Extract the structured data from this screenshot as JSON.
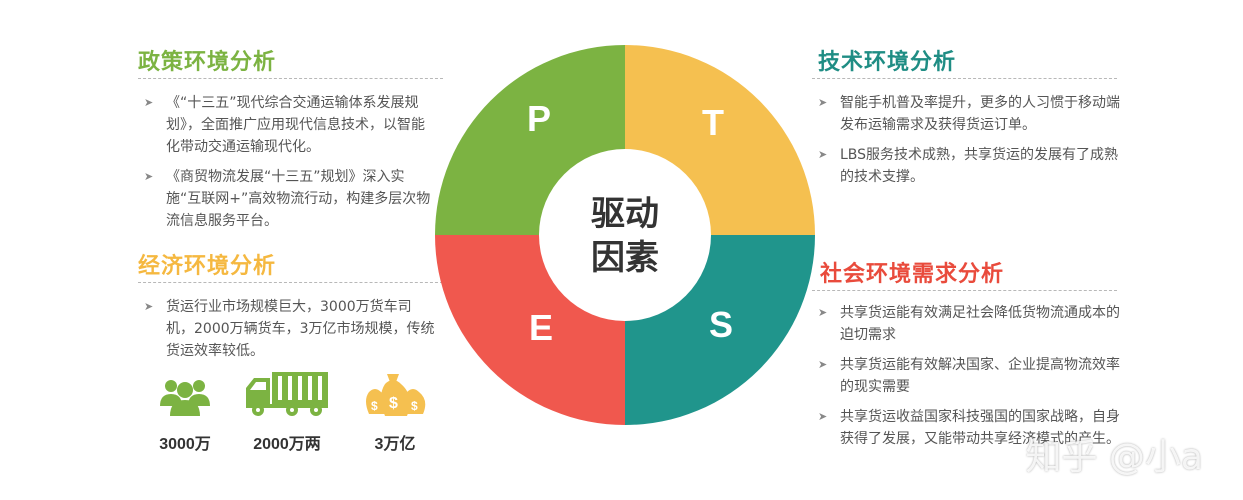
{
  "colors": {
    "green": "#7cb342",
    "yellow": "#f5c050",
    "red": "#f0584e",
    "teal": "#20958c",
    "orange_title": "#f5b840",
    "red_title": "#e94b3c",
    "teal_title": "#1f8d84"
  },
  "policy": {
    "title": "政策环境分析",
    "bullets": [
      "《“十三五”现代综合交通运输体系发展规划》，全面推广应用现代信息技术，以智能化带动交通运输现代化。",
      "《商贸物流发展“十三五”规划》深入实施“互联网+”高效物流行动，构建多层次物流信息服务平台。"
    ]
  },
  "economy": {
    "title": "经济环境分析",
    "bullets": [
      "货运行业市场规模巨大，3000万货车司机，2000万辆货车，3万亿市场规模，传统货运效率较低。"
    ],
    "stats": [
      {
        "icon": "people-group-icon",
        "label": "3000万"
      },
      {
        "icon": "truck-icon",
        "label": "2000万两"
      },
      {
        "icon": "money-bags-icon",
        "label": "3万亿"
      }
    ]
  },
  "tech": {
    "title": "技术环境分析",
    "bullets": [
      "智能手机普及率提升，更多的人习惯于移动端发布运输需求及获得货运订单。",
      "LBS服务技术成熟，共享货运的发展有了成熟的技术支撑。"
    ]
  },
  "social": {
    "title": "社会环境需求分析",
    "bullets": [
      "共享货运能有效满足社会降低货物流通成本的迫切需求",
      "共享货运能有效解决国家、企业提高物流效率的现实需要",
      "共享货运收益国家科技强国的国家战略，自身获得了发展，又能带动共享经济模式的产生。"
    ]
  },
  "wheel": {
    "center_line1": "驱动",
    "center_line2": "因素",
    "p": "P",
    "t": "T",
    "e": "E",
    "s": "S"
  },
  "watermark": "知乎 @小a"
}
